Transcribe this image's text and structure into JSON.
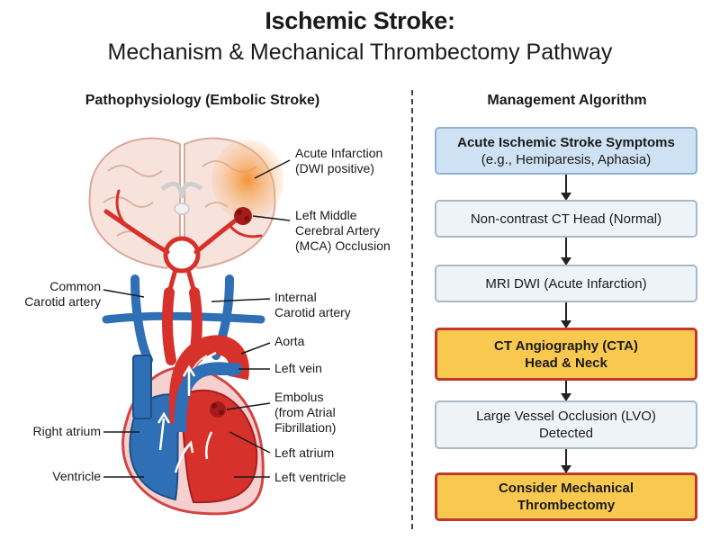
{
  "title": {
    "line1": "Ischemic Stroke:",
    "line2": "Mechanism & Mechanical Thrombectomy Pathway"
  },
  "left_panel": {
    "heading": "Pathophysiology (Embolic Stroke)",
    "labels": {
      "infarction": "Acute Infarction\n(DWI positive)",
      "mca": "Left Middle\nCerebral Artery\n(MCA) Occlusion",
      "common_carotid": "Common\nCarotid artery",
      "internal_carotid": "Internal\nCarotid artery",
      "aorta": "Aorta",
      "left_vein": "Left vein",
      "embolus": "Embolus\n(from Atrial\nFibrillation)",
      "right_atrium": "Right atrium",
      "left_atrium": "Left atrium",
      "ventricle": "Ventricle",
      "left_ventricle": "Left ventricle"
    }
  },
  "right_panel": {
    "heading": "Management Algorithm",
    "steps": [
      {
        "line1": "Acute Ischemic Stroke Symptoms",
        "line2": "(e.g., Hemiparesis, Aphasia)"
      },
      {
        "line1": "Non-contrast CT Head (Normal)",
        "line2": ""
      },
      {
        "line1": "MRI DWI (Acute Infarction)",
        "line2": ""
      },
      {
        "line1": "CT Angiography (CTA)",
        "line2": "Head & Neck"
      },
      {
        "line1": "Large Vessel Occlusion (LVO)",
        "line2": "Detected"
      },
      {
        "line1": "Consider Mechanical",
        "line2": "Thrombectomy"
      }
    ]
  },
  "colors": {
    "artery": "#d6312b",
    "vein": "#2f6fb5",
    "brain": "#f7e3dc",
    "infarct": "#f7a24a",
    "highlight_box": "#f9c94f",
    "highlight_border": "#c0392b",
    "first_box": "#cfe2f3"
  }
}
